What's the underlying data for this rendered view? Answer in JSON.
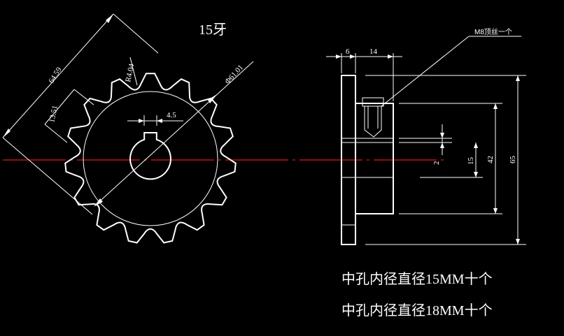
{
  "title": "15牙",
  "gear": {
    "teeth": 15,
    "dim_overall": "64.59",
    "dim_tooth_depth": "13.51",
    "dim_root_radius": "R4.04",
    "dim_outer_diameter": "Φ61.01",
    "dim_keyway_width": "4.5"
  },
  "side_view": {
    "dim_flange_thickness": "6",
    "dim_hub_length": "14",
    "setscrew_note": "M8顶丝一个",
    "dim_keyway_depth": "2",
    "dim_bore": "15",
    "dim_hub_diameter": "42",
    "dim_flange_diameter": "65"
  },
  "notes": [
    "中孔内径直径15MM十个",
    "中孔内径直径18MM十个"
  ],
  "colors": {
    "background": "#000000",
    "lines": "#ffffff",
    "centerline": "#e8141e"
  }
}
